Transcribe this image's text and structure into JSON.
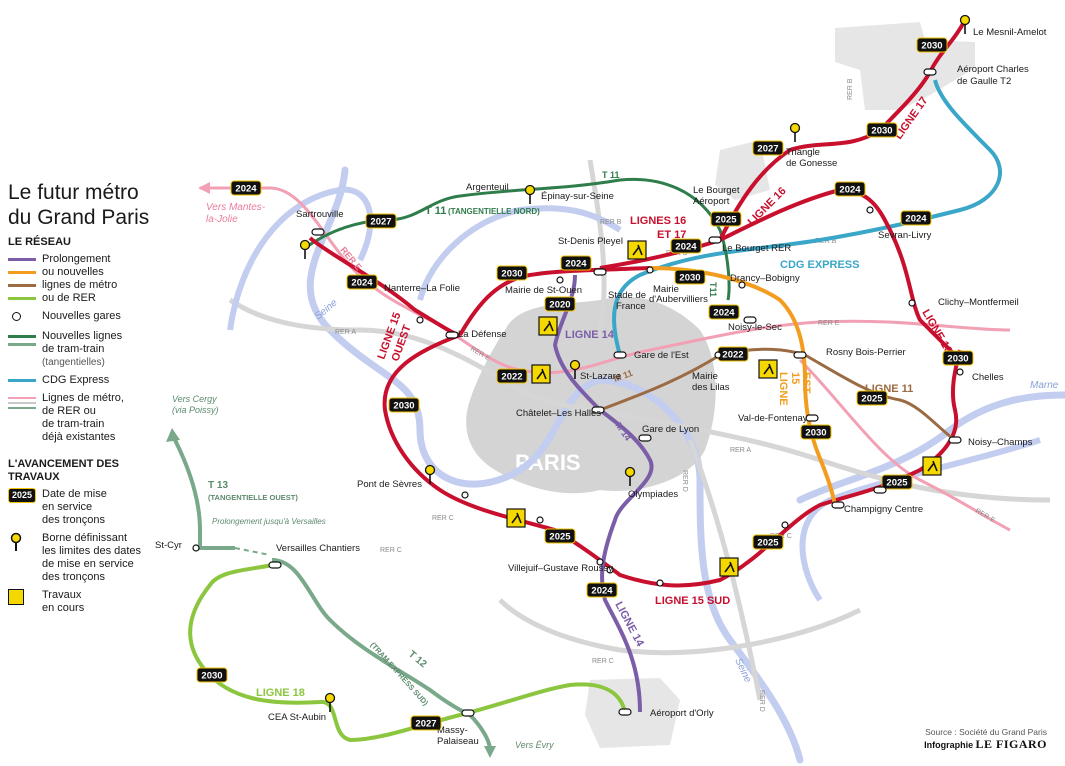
{
  "title": "Le futur métro du Grand Paris",
  "legend": {
    "network_heading": "LE RÉSEAU",
    "line_colors": {
      "prolongement": "#7b5ea7",
      "orange": "#f29d1f",
      "brown": "#9b6b43",
      "green": "#8cc63f",
      "red": "#c8102e",
      "tram": "#2f7d4b",
      "tram_light": "#7aa88a",
      "cdg": "#3aa6c8",
      "existing_pink": "#f2a0b4",
      "existing_grey": "#c9c9c9"
    },
    "new_lines": [
      "Prolongement",
      "ou nouvelles",
      "lignes de métro",
      "ou de RER"
    ],
    "new_stations": "Nouvelles gares",
    "tram": [
      "Nouvelles lignes",
      "de tram-train"
    ],
    "tram_note": "(tangentielles)",
    "cdg": "CDG Express",
    "existing": [
      "Lignes de métro,",
      "de RER ou",
      "de tram-train",
      "déjà existantes"
    ],
    "progress_heading": "L'AVANCEMENT DES TRAVAUX",
    "date_badge": "2025",
    "date_text": [
      "Date de mise",
      "en service",
      "des tronçons"
    ],
    "marker_text": [
      "Borne définissant",
      "les limites des dates",
      "de mise en service",
      "des tronçons"
    ],
    "works_text": [
      "Travaux",
      "en cours"
    ]
  },
  "credit": {
    "source": "Source : Société du Grand Paris",
    "infographie": "Infographie",
    "brand": "LE FIGARO"
  },
  "city": "PARIS",
  "rivers": [
    "Seine",
    "Marne",
    "Seine"
  ],
  "rer_labels": [
    "RER A",
    "RER B",
    "RER C",
    "RER D",
    "RER E",
    "RER E",
    "RER E",
    "RER B",
    "RER C",
    "RER C",
    "RER D",
    "RER A",
    "RER B",
    "RER D",
    "RER C"
  ],
  "line_labels": {
    "l15_ouest": [
      "LIGNE 15",
      "OUEST"
    ],
    "l15_est": [
      "LIGNE",
      "15",
      "EST"
    ],
    "l15_sud": "LIGNE 15 SUD",
    "l14_north": "LIGNE 14",
    "l14_south": "LIGNE 14",
    "l16_17": [
      "LIGNES 16",
      "ET 17"
    ],
    "l16_a": "LIGNE 16",
    "l16_b": "LIGNE 16",
    "l17": "LIGNE 17",
    "l11": "LIGNE 11",
    "l18": "LIGNE 18",
    "cdg": "CDG EXPRESS",
    "rer_e": "RER E",
    "t11_top": "T 11",
    "t11_main": "T 11",
    "t11_sub": "(TANGENTIELLE NORD)",
    "t11_vert": "T11",
    "t13": "T 13",
    "t13_sub": "(TANGENTIELLE OUEST)",
    "t12": "T 12",
    "t12_sub": "(TRAM EXPRESS SUD)",
    "m11": "M 11",
    "m14": "M 14",
    "vers_mantes": [
      "Vers Mantes-",
      "la-Jolie"
    ],
    "vers_cergy": [
      "Vers Cergy",
      "(via Poissy)"
    ],
    "vers_evry": "Vers Évry",
    "prolongement_versailles": "Prolongement jusqu'à Versailles"
  },
  "years": [
    "2024",
    "2027",
    "2024",
    "2030",
    "2024",
    "2024",
    "2020",
    "2030",
    "2024",
    "2024",
    "2022",
    "2022",
    "2024",
    "2024",
    "2027",
    "2030",
    "2024",
    "2030",
    "2030",
    "2025",
    "2030",
    "2025",
    "2025",
    "2025",
    "2024",
    "2030",
    "2027",
    "2030",
    "2025"
  ],
  "stations": [
    "Le Mesnil-Amelot",
    "Aéroport Charles",
    "de Gaulle T2",
    "Triangle",
    "de Gonesse",
    "Le Bourget",
    "Aéroport",
    "Le Bourget RER",
    "Sevran-Livry",
    "Argenteuil",
    "Épinay-sur-Seine",
    "Sartrouville",
    "St-Denis Pleyel",
    "Mairie de St-Ouen",
    "Stade de",
    "France",
    "Mairie",
    "d'Aubervilliers",
    "Drancy–Bobigny",
    "Noisy-le-Sec",
    "Clichy–Montfermeil",
    "Nanterre–La Folie",
    "La Défense",
    "Gare de l'Est",
    "St-Lazare",
    "Châtelet–Les Halles",
    "Gare de Lyon",
    "Mairie",
    "des Lilas",
    "Rosny Bois-Perrier",
    "Chelles",
    "Val-de-Fontenay",
    "Noisy–Champs",
    "Pont de Sèvres",
    "Olympiades",
    "Champigny Centre",
    "St-Cyr",
    "Versailles Chantiers",
    "Villejuif–Gustave Roussy",
    "CEA St-Aubin",
    "Massy-",
    "Palaiseau",
    "Aéroport d'Orly"
  ]
}
